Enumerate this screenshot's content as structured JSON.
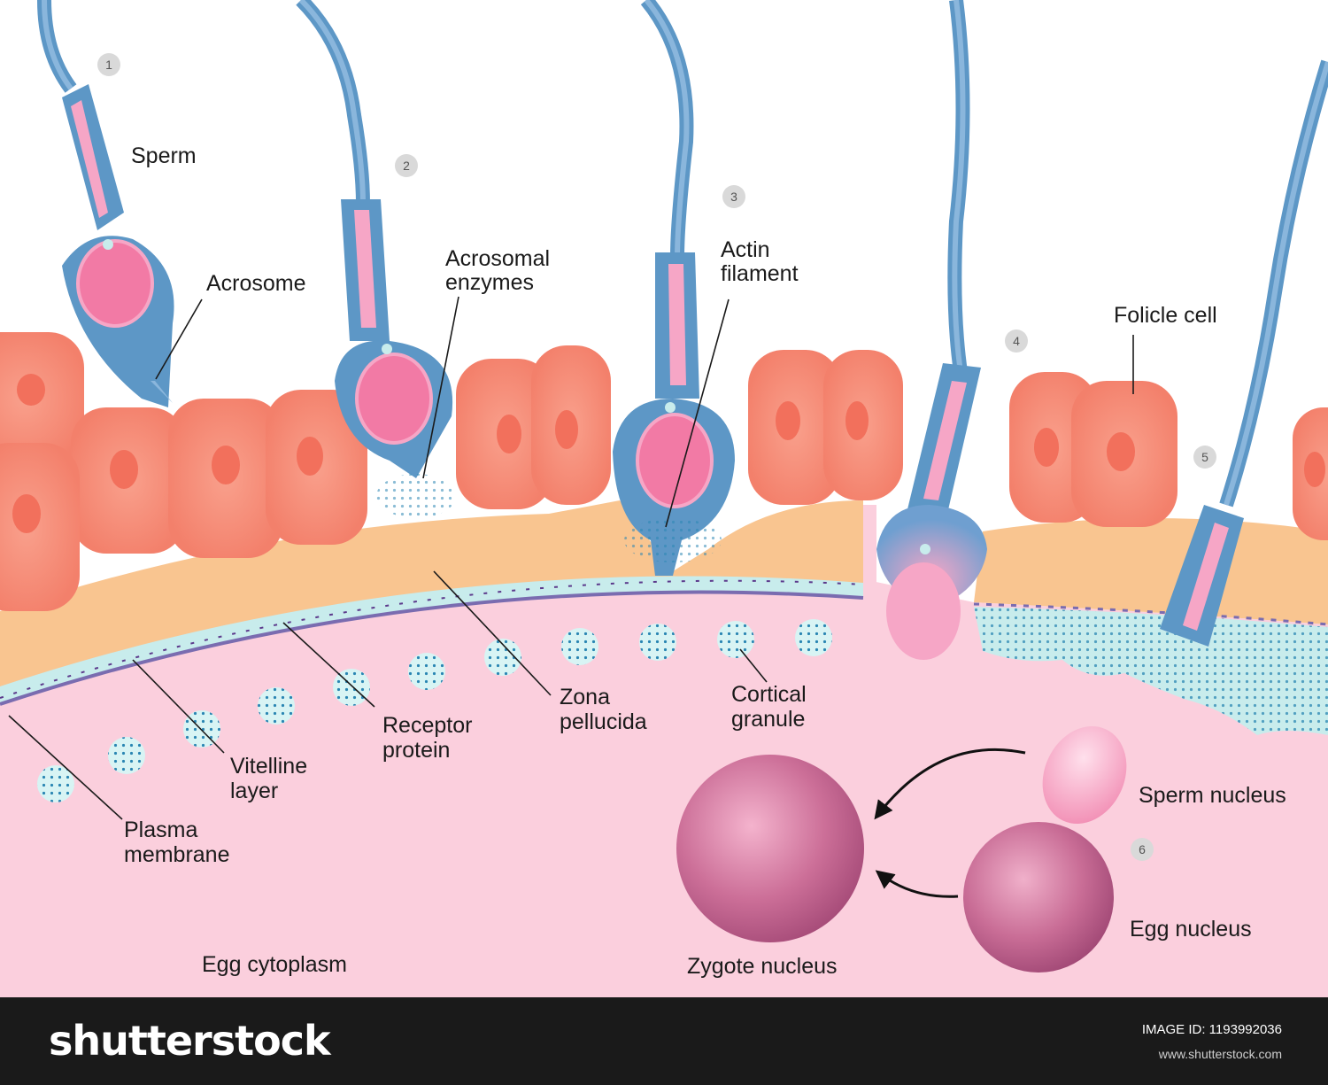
{
  "labels": {
    "sperm": "Sperm",
    "acrosome": "Acrosome",
    "acrosomal_enzymes": [
      "Acrosomal",
      "enzymes"
    ],
    "actin_filament": [
      "Actin",
      "filament"
    ],
    "folicle_cell": "Folicle cell",
    "zona_pellucida": [
      "Zona",
      "pellucida"
    ],
    "cortical_granule": [
      "Cortical",
      "granule"
    ],
    "receptor_protein": [
      "Receptor",
      "protein"
    ],
    "vitelline_layer": [
      "Vitelline",
      "layer"
    ],
    "plasma_membrane": [
      "Plasma",
      "membrane"
    ],
    "egg_cytoplasm": "Egg cytoplasm",
    "zygote_nucleus": "Zygote nucleus",
    "sperm_nucleus": "Sperm nucleus",
    "egg_nucleus": "Egg nucleus"
  },
  "steps": [
    "1",
    "2",
    "3",
    "4",
    "5",
    "6"
  ],
  "footer": {
    "brand": "shutterstock",
    "image_id": "IMAGE ID: 1193992036",
    "site": "www.shutterstock.com"
  },
  "colors": {
    "follicle": "#f58a75",
    "zona": "#f9c590",
    "cytoplasm": "#fbcfdd",
    "vitelline": "#c8ecec",
    "receptor": "#5c3a8c",
    "sperm_body": "#5d97c6",
    "sperm_nucleus": "#f27aa5",
    "granule": "#d8f4f4",
    "granule_dot": "#2a86b3"
  }
}
